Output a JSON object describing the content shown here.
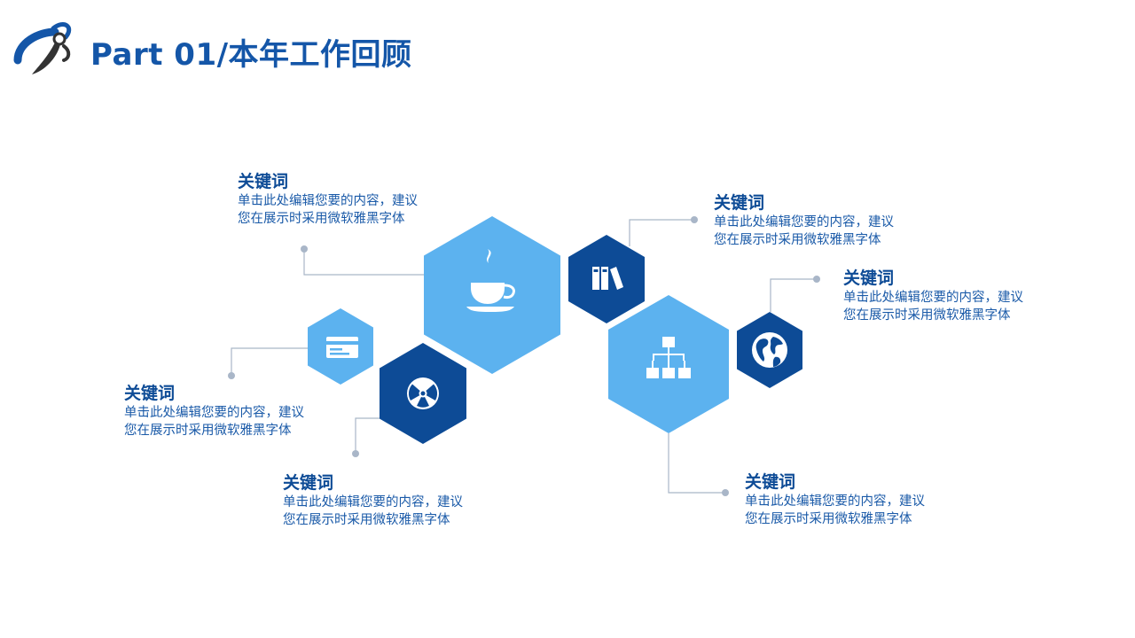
{
  "header": {
    "title": "Part 01/本年工作回顾"
  },
  "items": [
    {
      "keyword": "关键词",
      "line1": "单击此处编辑您要的内容，建议",
      "line2": "您在展示时采用微软雅黑字体",
      "icon": "coffee-cup-icon"
    },
    {
      "keyword": "关键词",
      "line1": "单击此处编辑您要的内容，建议",
      "line2": "您在展示时采用微软雅黑字体",
      "icon": "books-icon"
    },
    {
      "keyword": "关键词",
      "line1": "单击此处编辑您要的内容，建议",
      "line2": "您在展示时采用微软雅黑字体",
      "icon": "globe-icon"
    },
    {
      "keyword": "关键词",
      "line1": "单击此处编辑您要的内容，建议",
      "line2": "您在展示时采用微软雅黑字体",
      "icon": "card-icon"
    },
    {
      "keyword": "关键词",
      "line1": "单击此处编辑您要的内容，建议",
      "line2": "您在展示时采用微软雅黑字体",
      "icon": "radiation-icon"
    },
    {
      "keyword": "关键词",
      "line1": "单击此处编辑您要的内容，建议",
      "line2": "您在展示时采用微软雅黑字体",
      "icon": "org-chart-icon"
    }
  ],
  "colors": {
    "light": "#5cb2ef",
    "dark": "#0d4b96",
    "connector": "#a9b6c8",
    "title": "#1456a8"
  }
}
